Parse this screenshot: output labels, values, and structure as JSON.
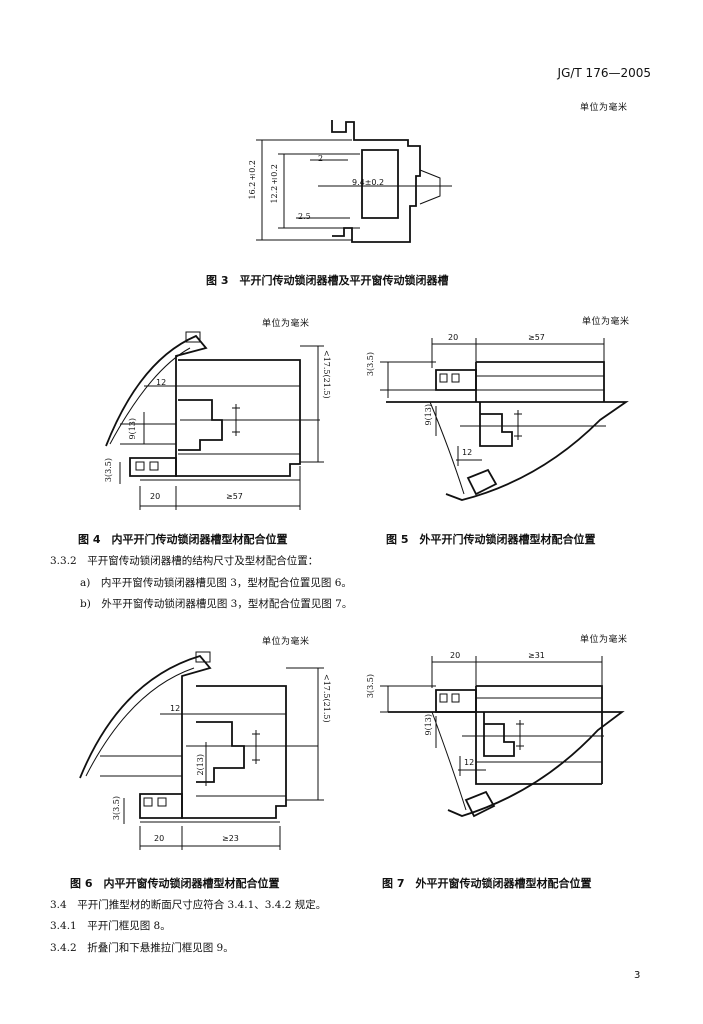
{
  "header": {
    "standard_no": "JG/T 176—2005"
  },
  "fig3": {
    "unit": "单位为毫米",
    "dims": {
      "d1": "2",
      "d2": "9.4±0.2",
      "d3": "2.5",
      "v1": "16.2±0.2",
      "v2": "12.2±0.2"
    },
    "caption": "图 3　平开门传动锁闭器槽及平开窗传动锁闭器槽"
  },
  "fig4": {
    "unit": "单位为毫米",
    "dims": {
      "a": "12",
      "b": "9(13)",
      "c": "3(3.5)",
      "d": "20",
      "e": "≥57",
      "f": "<17.5(21.5)"
    },
    "caption": "图 4　内平开门传动锁闭器槽型材配合位置"
  },
  "fig5": {
    "unit": "单位为毫米",
    "dims": {
      "a": "20",
      "b": "≥57",
      "c": "3(3.5)",
      "d": "9(13)",
      "e": "12"
    },
    "caption": "图 5　外平开门传动锁闭器槽型材配合位置"
  },
  "section_332": {
    "title": "3.3.2　平开窗传动锁闭器槽的结构尺寸及型材配合位置：",
    "items": [
      "a)　内平开窗传动锁闭器槽见图 3，型材配合位置见图 6。",
      "b)　外平开窗传动锁闭器槽见图 3，型材配合位置见图 7。"
    ]
  },
  "fig6": {
    "unit": "单位为毫米",
    "dims": {
      "a": "12",
      "b": "2(13)",
      "c": "3(3.5)",
      "d": "20",
      "e": "≥23",
      "f": "<17.5(21.5)"
    },
    "caption": "图 6　内平开窗传动锁闭器槽型材配合位置"
  },
  "fig7": {
    "unit": "单位为毫米",
    "dims": {
      "a": "20",
      "b": "≥31",
      "c": "3(3.5)",
      "d": "9(13)",
      "e": "12"
    },
    "caption": "图 7　外平开窗传动锁闭器槽型材配合位置"
  },
  "section_34": {
    "lines": [
      "3.4　平开门推型材的断面尺寸应符合 3.4.1、3.4.2 规定。",
      "3.4.1　平开门框见图 8。",
      "3.4.2　折叠门和下悬推拉门框见图 9。"
    ]
  },
  "page_number": "3"
}
